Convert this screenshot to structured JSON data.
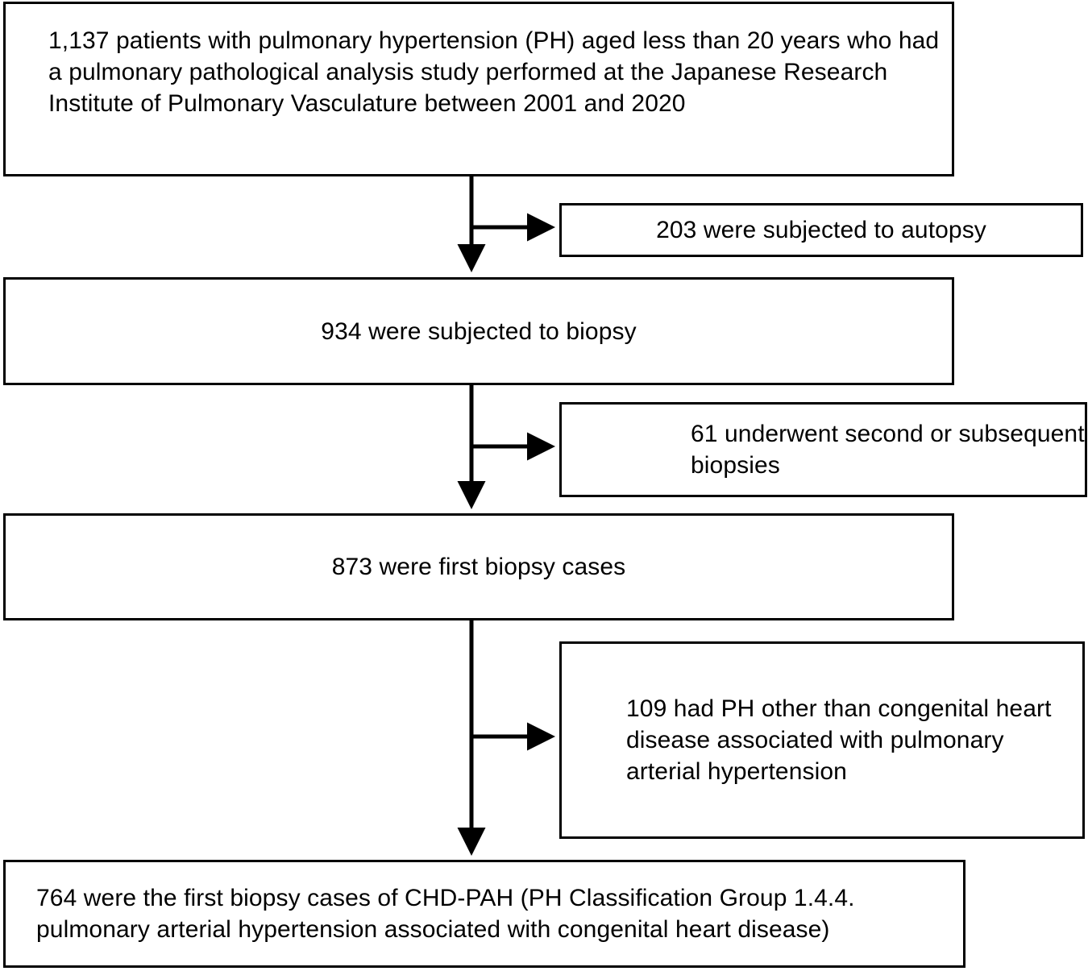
{
  "diagram": {
    "type": "study-flow-diagram",
    "title": "Patient selection flow",
    "nodes": {
      "enrolled": {
        "id": "enrolled",
        "count": "1,137",
        "text": "1,137 patients with pulmonary hypertension (PH) aged less than 20 years who had a pulmonary pathological analysis study performed at the Japanese Research Institute of Pulmonary Vasculature between 2001 and 2020"
      },
      "autopsy": {
        "id": "autopsy",
        "count": "203",
        "text": "203 were subjected to autopsy"
      },
      "biopsy": {
        "id": "biopsy",
        "count": "934",
        "text": "934 were subjected to biopsy"
      },
      "repeat_biopsy": {
        "id": "repeat-biopsy",
        "count": "61",
        "text": "61 underwent second or subsequent biopsies"
      },
      "first_biopsy": {
        "id": "first-biopsy",
        "count": "873",
        "text": "873 were first biopsy cases"
      },
      "other_ph": {
        "id": "other-ph",
        "count": "109",
        "text": "109 had PH other than congenital heart disease associated with pulmonary arterial hypertension"
      },
      "chd_pah": {
        "id": "chd-pah",
        "count": "764",
        "text": "764 were the first biopsy cases of CHD-PAH (PH Classification Group 1.4.4. pulmonary arterial hypertension associated with congenital heart disease)"
      }
    },
    "edges": [
      {
        "from": "enrolled",
        "to": "biopsy",
        "kind": "main"
      },
      {
        "from": "enrolled",
        "to": "autopsy",
        "kind": "exclusion"
      },
      {
        "from": "biopsy",
        "to": "first-biopsy",
        "kind": "main"
      },
      {
        "from": "biopsy",
        "to": "repeat-biopsy",
        "kind": "exclusion"
      },
      {
        "from": "first-biopsy",
        "to": "chd-pah",
        "kind": "main"
      },
      {
        "from": "first-biopsy",
        "to": "other-ph",
        "kind": "exclusion"
      }
    ],
    "colors": {
      "stroke": "#000000",
      "fill": "#ffffff",
      "text": "#000000"
    }
  }
}
